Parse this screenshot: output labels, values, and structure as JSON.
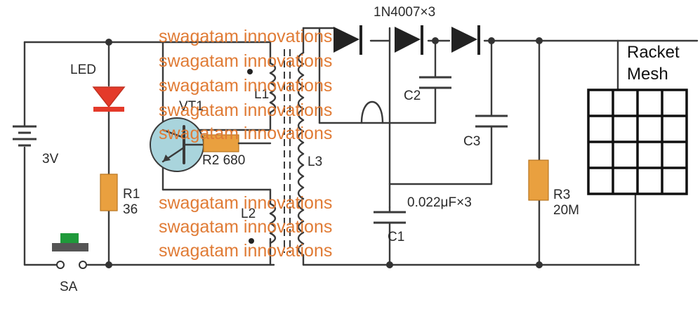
{
  "diagram": {
    "components": {
      "led": {
        "label": "LED",
        "color": "#e43a2a"
      },
      "battery": {
        "label": "3V"
      },
      "r1": {
        "label": "R1",
        "value": "36",
        "color": "#e9a03f"
      },
      "switch": {
        "label": "SA",
        "button_color": "#1f9a3a"
      },
      "transistor": {
        "label": "VT1",
        "color": "#a9d4dc"
      },
      "r2": {
        "label": "R2 680",
        "color": "#e9a03f"
      },
      "l1": {
        "label": "L1"
      },
      "l2": {
        "label": "L2"
      },
      "l3": {
        "label": "L3"
      },
      "diodes": {
        "label": "1N4007×3"
      },
      "c1": {
        "label": "C1"
      },
      "c2": {
        "label": "C2"
      },
      "c3": {
        "label": "C3"
      },
      "caps_value": {
        "label": "0.022μF×3"
      },
      "r3": {
        "label": "R3",
        "value": "20M",
        "color": "#e9a03f"
      },
      "racket": {
        "line1": "Racket",
        "line2": "Mesh"
      }
    },
    "watermark": {
      "text": "swagatam innovations",
      "color": "#e07b35"
    }
  }
}
